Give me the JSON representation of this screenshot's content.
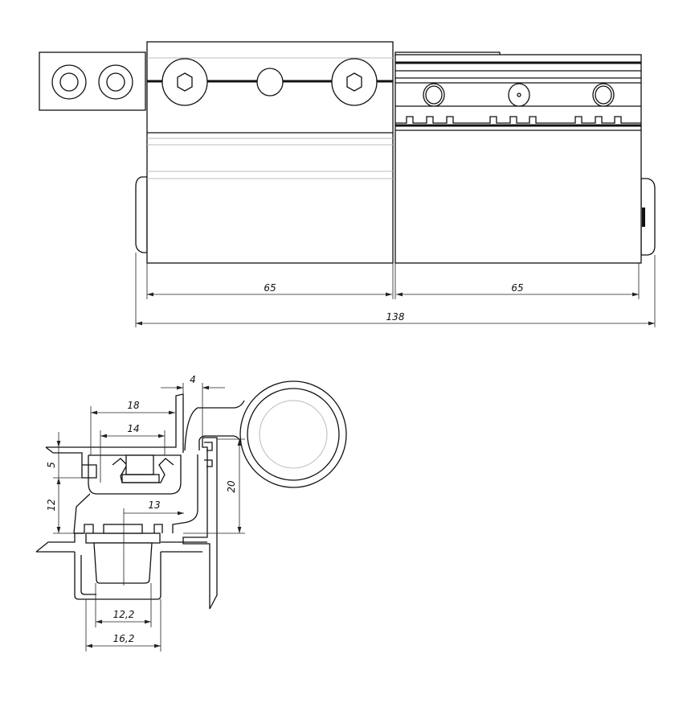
{
  "top_view": {
    "dimensions": {
      "left_width": "65",
      "right_width": "65",
      "overall_width": "138"
    }
  },
  "section_view": {
    "dimensions": {
      "gap": "4",
      "outer_width": "18",
      "inner_width": "14",
      "top_height": "5",
      "mid_height": "12",
      "offset": "13",
      "total_height": "20",
      "channel_inner": "12,2",
      "channel_outer": "16,2"
    }
  },
  "colors": {
    "line": "#111111",
    "hidden": "#bbbbbb"
  }
}
